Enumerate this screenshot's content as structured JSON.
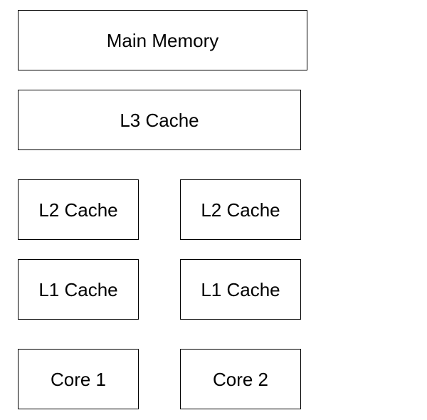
{
  "diagram": {
    "main_memory": "Main Memory",
    "l3_cache": "L3 Cache",
    "l2_caches": [
      "L2 Cache",
      "L2 Cache"
    ],
    "l1_caches": [
      "L1 Cache",
      "L1 Cache"
    ],
    "cores": [
      "Core 1",
      "Core 2"
    ],
    "colors": {
      "border": "#000000",
      "fill": "#ffffff",
      "text": "#000000"
    }
  }
}
